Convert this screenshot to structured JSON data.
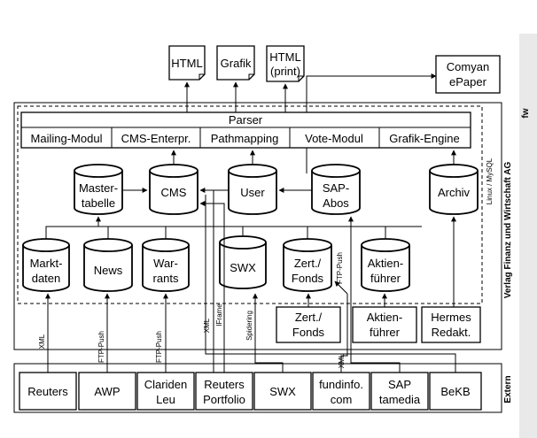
{
  "outputs": {
    "html": "HTML",
    "grafik": "Grafik",
    "html_print_1": "HTML",
    "html_print_2": "(print)",
    "comyan_1": "Comyan",
    "comyan_2": "ePaper"
  },
  "parser": {
    "title": "Parser",
    "modules": [
      "Mailing-Modul",
      "CMS-Enterpr.",
      "Pathmapping",
      "Vote-Modul",
      "Grafik-Engine"
    ]
  },
  "databases_top": {
    "mastertabelle_1": "Master-",
    "mastertabelle_2": "tabelle",
    "cms": "CMS",
    "user": "User",
    "sap_1": "SAP-",
    "sap_2": "Abos",
    "archiv": "Archiv"
  },
  "databases_bottom": {
    "marktdaten_1": "Markt-",
    "marktdaten_2": "daten",
    "news": "News",
    "warrants_1": "War-",
    "warrants_2": "rants",
    "swx": "SWX",
    "zert_1": "Zert./",
    "zert_2": "Fonds",
    "aktien_1": "Aktien-",
    "aktien_2": "führer"
  },
  "internal_sources": {
    "zert_1": "Zert./",
    "zert_2": "Fonds",
    "aktien_1": "Aktien-",
    "aktien_2": "führer",
    "hermes_1": "Hermes",
    "hermes_2": "Redakt."
  },
  "extern_sources": [
    {
      "line1": "Reuters",
      "line2": ""
    },
    {
      "line1": "AWP",
      "line2": ""
    },
    {
      "line1": "Clariden",
      "line2": "Leu"
    },
    {
      "line1": "Reuters",
      "line2": "Portfolio"
    },
    {
      "line1": "SWX",
      "line2": ""
    },
    {
      "line1": "fundinfo.",
      "line2": "com"
    },
    {
      "line1": "SAP",
      "line2": "tamedia"
    },
    {
      "line1": "BeKB",
      "line2": ""
    }
  ],
  "connection_labels": {
    "xml_reuters": "XML",
    "ftp_awp": "FTP-Push",
    "ftp_clariden": "FTP-Push",
    "xml_cms": "XML",
    "iframe": "IFrame",
    "spidering": "Spidering",
    "xml_fundinfo": "XML",
    "ftp_zert": "FTP-Push",
    "linux": "Linux / MySQL"
  },
  "side": {
    "verlag": "Verlag Finanz und Wirtschaft AG",
    "extern": "Extern",
    "logo": "fw"
  },
  "colors": {
    "side_bar": "#e8e8e8",
    "logo": "#2f6fb4"
  }
}
